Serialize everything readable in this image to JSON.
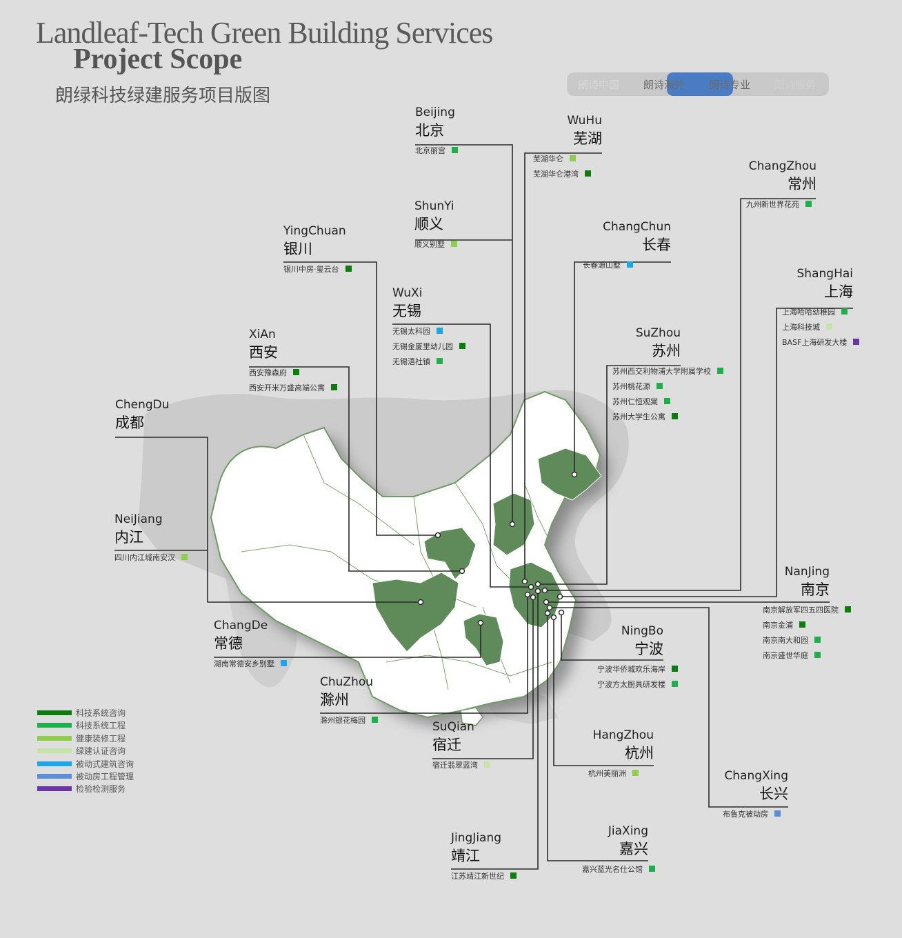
{
  "title": {
    "en_line1": "Landleaf-Tech Green Building Services",
    "en_line2": "Project Scope",
    "zh": "朗绿科技绿建服务项目版图"
  },
  "tabs": [
    {
      "label": "朗诗中国",
      "active": false
    },
    {
      "label": "朗诗海外",
      "active": false
    },
    {
      "label": "朗诗专业",
      "active": false
    },
    {
      "label": "朗诗服务",
      "active": false
    }
  ],
  "colors": {
    "background": "#dedede",
    "map_region": "#ffffff",
    "highlight_region": "#5f8a5a",
    "leader_line": "#2a2a2a",
    "tab_highlight": "#4a7cc4"
  },
  "legend": [
    {
      "label": "科技系统咨询",
      "color": "#0a7d0a"
    },
    {
      "label": "科技系统工程",
      "color": "#1db04a"
    },
    {
      "label": "健康装修工程",
      "color": "#8dcf4a"
    },
    {
      "label": "绿建认证咨询",
      "color": "#c6e3a8"
    },
    {
      "label": "被动式建筑咨询",
      "color": "#1aa6e8"
    },
    {
      "label": "被动房工程管理",
      "color": "#5b8ed6"
    },
    {
      "label": "检验检测服务",
      "color": "#6a35a8"
    }
  ],
  "cities": [
    {
      "id": "beijing",
      "en": "Beijing",
      "zh": "北京",
      "projects": [
        {
          "name": "北京丽宫",
          "color": "#1db04a"
        }
      ]
    },
    {
      "id": "wuhu",
      "en": "WuHu",
      "zh": "芜湖",
      "projects": [
        {
          "name": "芜湖华仑",
          "color": "#8dcf4a"
        },
        {
          "name": "芜湖华仑港湾",
          "color": "#0a7d0a"
        }
      ]
    },
    {
      "id": "changzhou",
      "en": "ChangZhou",
      "zh": "常州",
      "projects": [
        {
          "name": "九州新世界花苑",
          "color": "#1db04a"
        }
      ]
    },
    {
      "id": "shunyi",
      "en": "ShunYi",
      "zh": "顺义",
      "projects": [
        {
          "name": "顺义别墅",
          "color": "#8dcf4a"
        }
      ]
    },
    {
      "id": "yingchuan",
      "en": "YingChuan",
      "zh": "银川",
      "projects": [
        {
          "name": "银川中房·玺云台",
          "color": "#0a7d0a"
        }
      ]
    },
    {
      "id": "changchun",
      "en": "ChangChun",
      "zh": "长春",
      "projects": [
        {
          "name": "长春源山墅",
          "color": "#1aa6e8"
        }
      ]
    },
    {
      "id": "shanghai",
      "en": "ShangHai",
      "zh": "上海",
      "projects": [
        {
          "name": "上海哈哈幼稚园",
          "color": "#1db04a"
        },
        {
          "name": "上海科技城",
          "color": "#c6e3a8"
        },
        {
          "name": "BASF上海研发大楼",
          "color": "#6a35a8"
        }
      ]
    },
    {
      "id": "wuxi",
      "en": "WuXi",
      "zh": "无锡",
      "projects": [
        {
          "name": "无锡太科园",
          "color": "#1aa6e8"
        },
        {
          "name": "无锡金厦里幼儿园",
          "color": "#0a7d0a"
        },
        {
          "name": "无锡浯社镇",
          "color": "#1db04a"
        }
      ]
    },
    {
      "id": "xian",
      "en": "XiAn",
      "zh": "西安",
      "projects": [
        {
          "name": "西安豫森府",
          "color": "#0a7d0a"
        },
        {
          "name": "西安开米万盛高端公寓",
          "color": "#0a7d0a"
        }
      ]
    },
    {
      "id": "suzhou",
      "en": "SuZhou",
      "zh": "苏州",
      "projects": [
        {
          "name": "苏州西交利物浦大学附属学校",
          "color": "#1db04a"
        },
        {
          "name": "苏州桃花源",
          "color": "#1db04a"
        },
        {
          "name": "苏州仁恒观棠",
          "color": "#1db04a"
        },
        {
          "name": "苏州大学生公寓",
          "color": "#0a7d0a"
        }
      ]
    },
    {
      "id": "chengdu",
      "en": "ChengDu",
      "zh": "成都",
      "projects": []
    },
    {
      "id": "neijiang",
      "en": "NeiJiang",
      "zh": "内江",
      "projects": [
        {
          "name": "四川内江城南安汉",
          "color": "#8dcf4a"
        }
      ]
    },
    {
      "id": "nanjing",
      "en": "NanJing",
      "zh": "南京",
      "projects": [
        {
          "name": "南京解放军四五四医院",
          "color": "#0a7d0a"
        },
        {
          "name": "南京金浦",
          "color": "#0a7d0a"
        },
        {
          "name": "南京南大和园",
          "color": "#1db04a"
        },
        {
          "name": "南京盛世华庭",
          "color": "#1db04a"
        }
      ]
    },
    {
      "id": "changde",
      "en": "ChangDe",
      "zh": "常德",
      "projects": [
        {
          "name": "湖南常德安乡别墅",
          "color": "#1aa6e8"
        }
      ]
    },
    {
      "id": "ningbo",
      "en": "NingBo",
      "zh": "宁波",
      "projects": [
        {
          "name": "宁波华侨城欢乐海岸",
          "color": "#0a7d0a"
        },
        {
          "name": "宁波方太厨具研发楼",
          "color": "#1db04a"
        }
      ]
    },
    {
      "id": "chuzhou",
      "en": "ChuZhou",
      "zh": "滁州",
      "projects": [
        {
          "name": "滁州银花梅园",
          "color": "#1db04a"
        }
      ]
    },
    {
      "id": "suqian",
      "en": "SuQian",
      "zh": "宿迁",
      "projects": [
        {
          "name": "宿迁翡翠蓝湾",
          "color": "#c6e3a8"
        }
      ]
    },
    {
      "id": "hangzhou",
      "en": "HangZhou",
      "zh": "杭州",
      "projects": [
        {
          "name": "杭州美丽洲",
          "color": "#8dcf4a"
        }
      ]
    },
    {
      "id": "changxing",
      "en": "ChangXing",
      "zh": "长兴",
      "projects": [
        {
          "name": "布鲁克被动房",
          "color": "#5b8ed6"
        }
      ]
    },
    {
      "id": "jiaxing",
      "en": "JiaXing",
      "zh": "嘉兴",
      "projects": [
        {
          "name": "嘉兴蓝光名仕公馆",
          "color": "#1db04a"
        }
      ]
    },
    {
      "id": "jingjiang",
      "en": "JingJiang",
      "zh": "靖江",
      "projects": [
        {
          "name": "江苏靖江新世纪",
          "color": "#0a7d0a"
        }
      ]
    }
  ]
}
